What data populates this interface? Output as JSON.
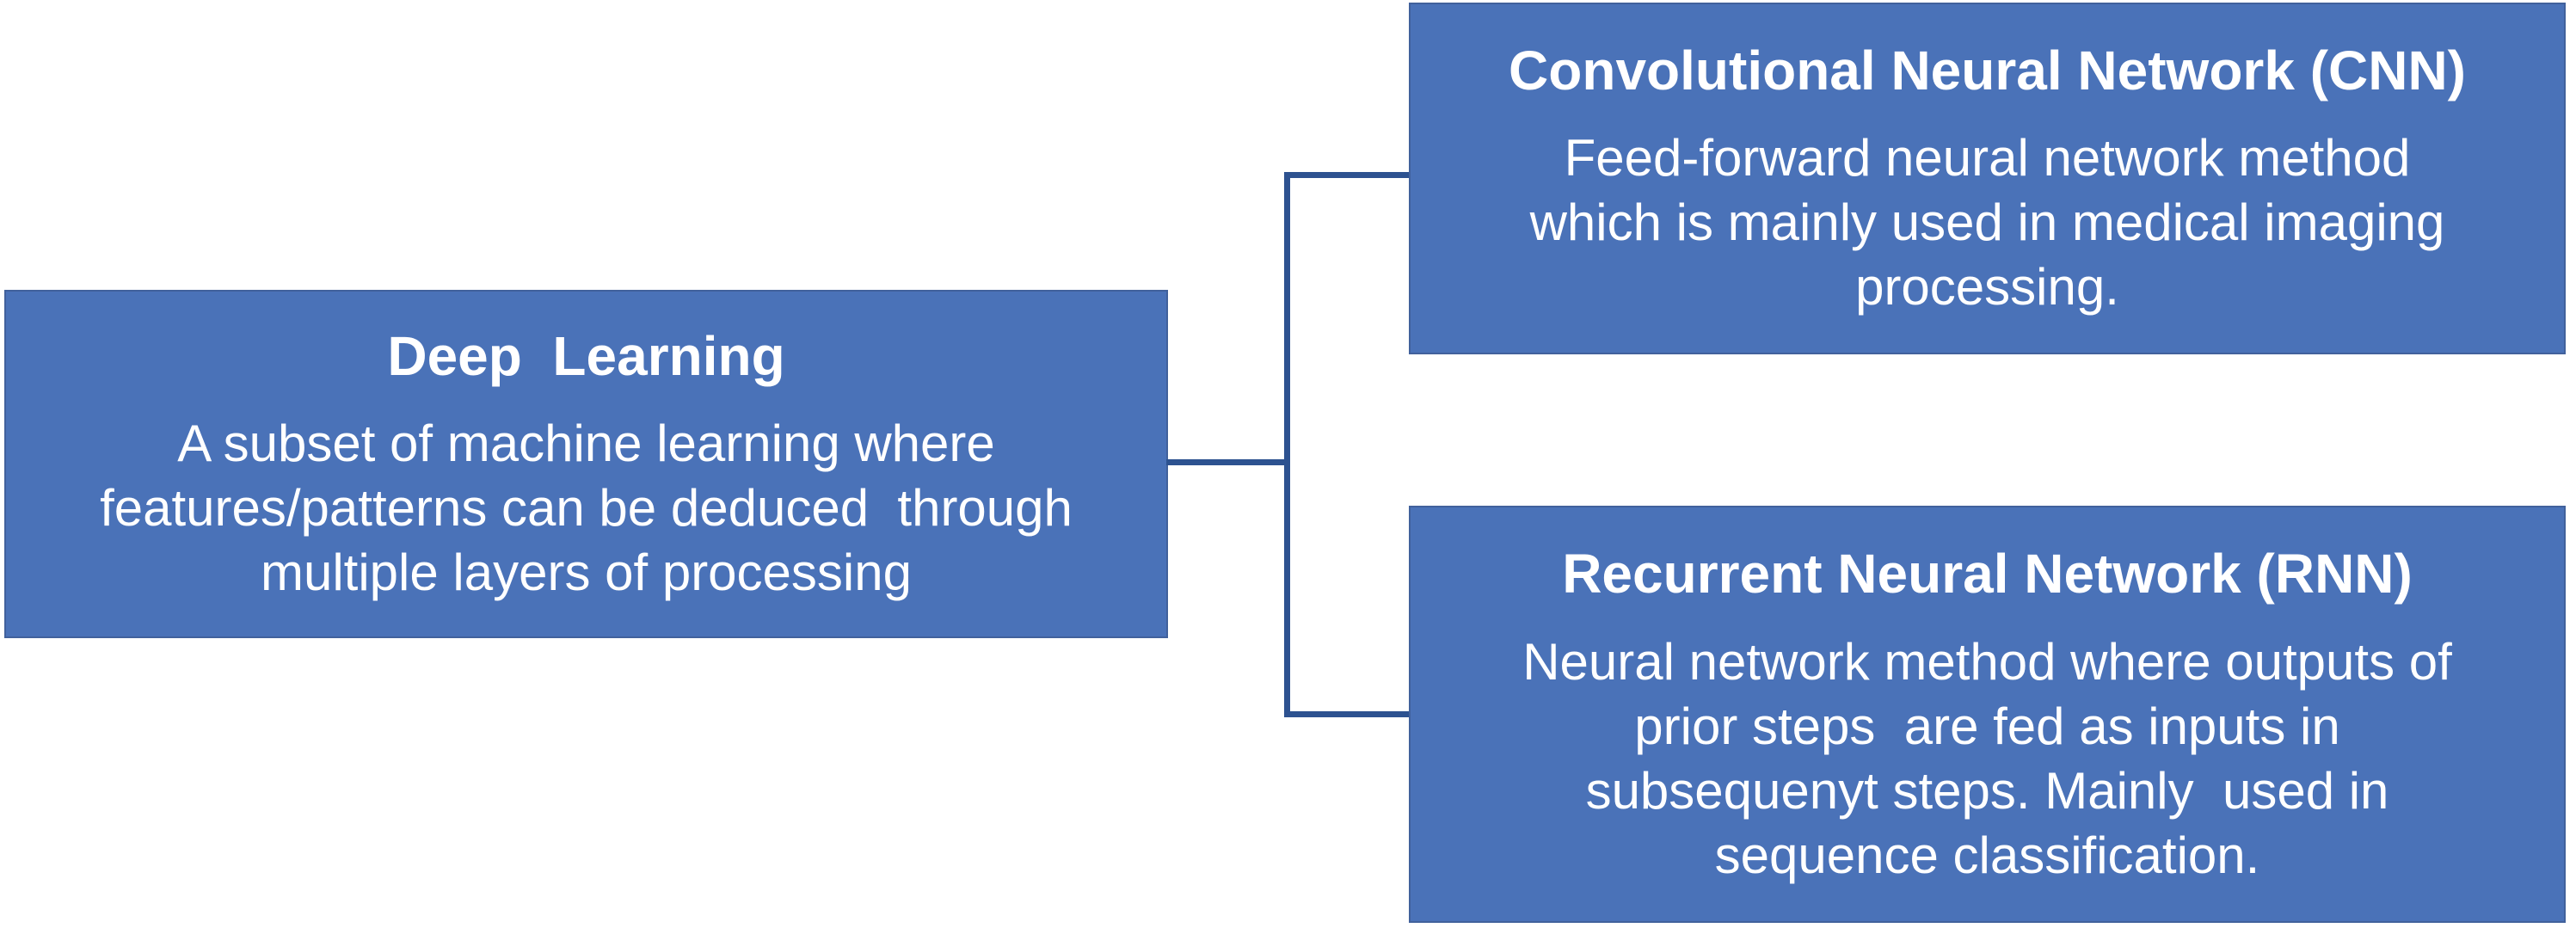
{
  "diagram": {
    "colors": {
      "background": "#ffffff",
      "box_fill": "#4a72b8",
      "box_border": "#41619c",
      "connector": "#2d5290",
      "text": "#ffffff"
    },
    "nodes": [
      {
        "id": "deep-learning",
        "title": "Deep  Learning",
        "body": "A subset of machine learning where\nfeatures/patterns can be deduced  through\nmultiple layers of processing"
      },
      {
        "id": "cnn",
        "title": "Convolutional Neural Network (CNN)",
        "body": "Feed-forward neural network method\nwhich is mainly used in medical imaging\nprocessing."
      },
      {
        "id": "rnn",
        "title": "Recurrent Neural Network (RNN)",
        "body": "Neural network method where outputs of\nprior steps  are fed as inputs in\nsubsequenyt steps. Mainly  used in\nsequence classification."
      }
    ],
    "connectors": [
      {
        "id": "stub",
        "from": "deep-learning",
        "to": "spine"
      },
      {
        "id": "vertical",
        "from": "spine-top",
        "to": "spine-bottom"
      },
      {
        "id": "top",
        "from": "spine",
        "to": "cnn"
      },
      {
        "id": "bottom",
        "from": "spine",
        "to": "rnn"
      }
    ]
  }
}
